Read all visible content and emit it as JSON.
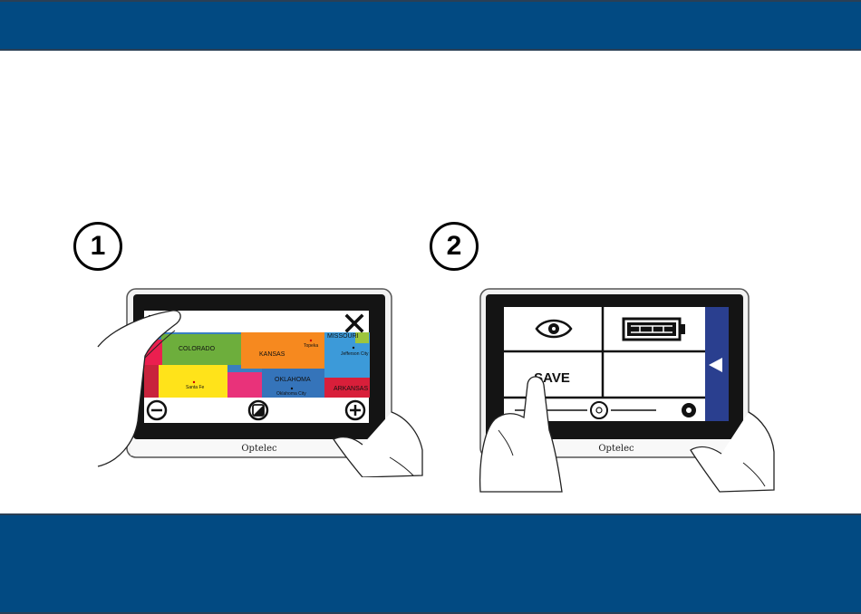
{
  "steps": [
    {
      "number": "1"
    },
    {
      "number": "2"
    }
  ],
  "device1": {
    "brand": "Optelec",
    "map_labels": {
      "colorado": "COLORADO",
      "kansas": "KANSAS",
      "topeka": "Topeka",
      "missouri": "MISSOURI",
      "jefferson_city": "Jefferson City",
      "santa_fe": "Santa Fe",
      "oklahoma": "OKLAHOMA",
      "oklahoma_city": "Oklahoma City",
      "arkansas": "ARKANSAS"
    }
  },
  "device2": {
    "brand": "Optelec",
    "save_label": "SAVE"
  },
  "colors": {
    "band": "#024a82",
    "device_bezel": "#141414",
    "side_panel": "#2a3f8f"
  },
  "icons": [
    "menu-icon",
    "close-icon",
    "zoom-out-icon",
    "contrast-icon",
    "zoom-in-icon",
    "eye-settings-icon",
    "battery-icon",
    "collapse-arrow-icon",
    "brightness-icon",
    "gear-icon"
  ]
}
